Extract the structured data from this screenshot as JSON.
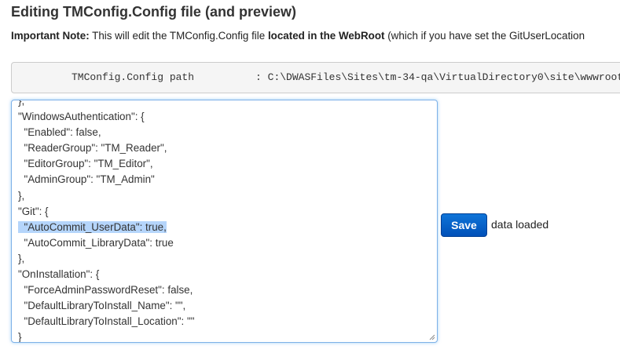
{
  "page": {
    "title": "Editing TMConfig.Config file (and preview)"
  },
  "note": {
    "label": "Important Note:",
    "text_1": " This will edit the TMConfig.Config file ",
    "bold_1": "located in the WebRoot",
    "text_2": " (which if you have set the GitUserLocation"
  },
  "path_box": {
    "text": "TMConfig.Config path          : C:\\DWASFiles\\Sites\\tm-34-qa\\VirtualDirectory0\\site\\wwwroot"
  },
  "editor": {
    "lines": [
      "},",
      "\"WindowsAuthentication\": {",
      "  \"Enabled\": false,",
      "  \"ReaderGroup\": \"TM_Reader\",",
      "  \"EditorGroup\": \"TM_Editor\",",
      "  \"AdminGroup\": \"TM_Admin\"",
      "},",
      "\"Git\": {",
      "  \"AutoCommit_UserData\": true,",
      "  \"AutoCommit_LibraryData\": true",
      "},",
      "\"OnInstallation\": {",
      "  \"ForceAdminPasswordReset\": false,",
      "  \"DefaultLibraryToInstall_Name\": \"\",",
      "  \"DefaultLibraryToInstall_Location\": \"\"",
      "}"
    ],
    "selected_line_index": 8
  },
  "actions": {
    "save_label": "Save",
    "status_text": "data loaded"
  },
  "colors": {
    "save_button": "#0a64cc",
    "selection": "#b5d5fb",
    "editor_focus_border": "#7eb1e8"
  }
}
